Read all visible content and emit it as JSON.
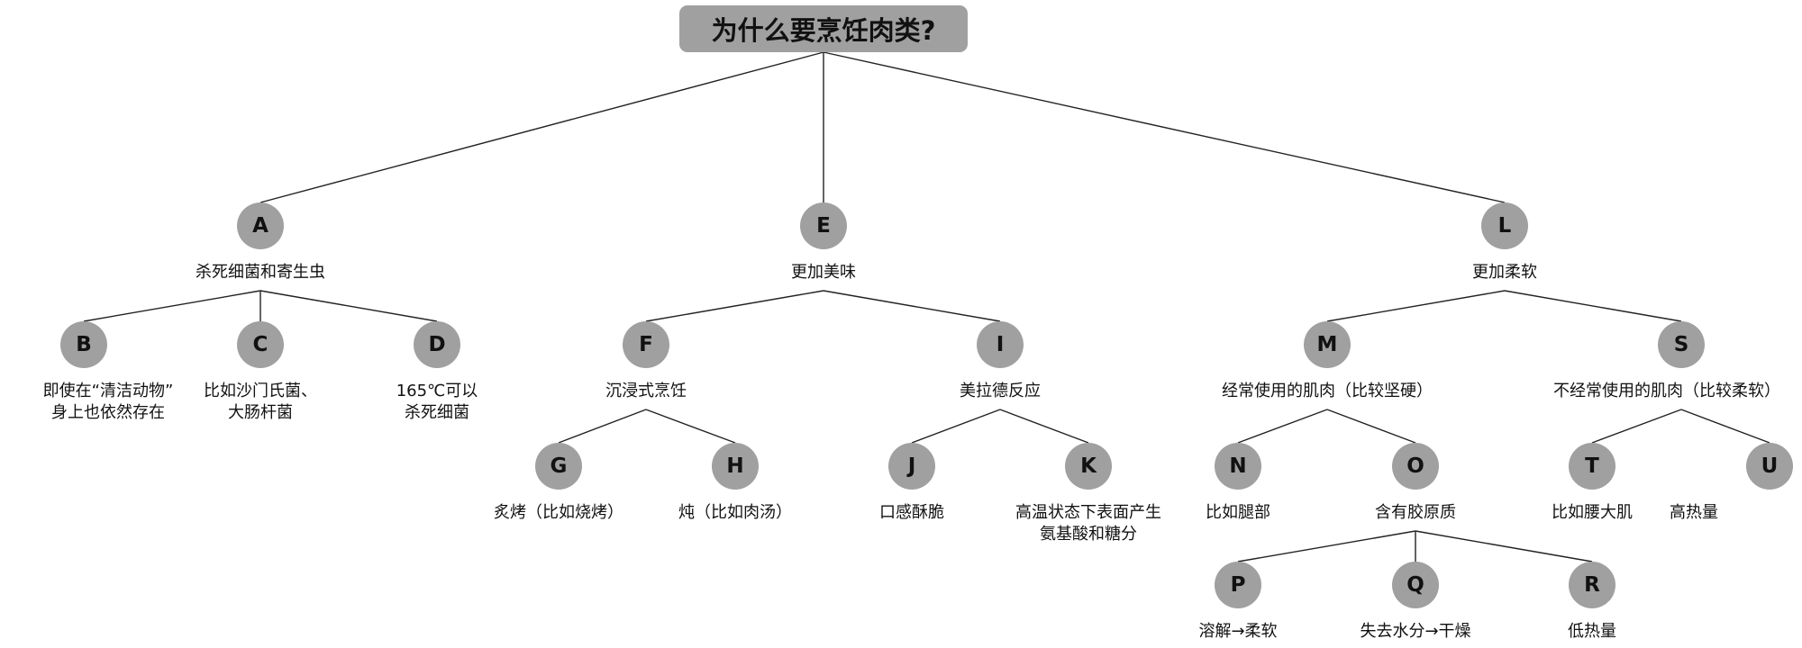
{
  "title": "为什么要烹饪肉类?",
  "nodes": {
    "A": {
      "letter": "A",
      "label": "杀死细菌和寄生虫"
    },
    "B": {
      "letter": "B",
      "label": "即使在“清洁动物”\n身上也依然存在"
    },
    "C": {
      "letter": "C",
      "label": "比如沙门氏菌、\n大肠杆菌"
    },
    "D": {
      "letter": "D",
      "label": "165℃可以\n杀死细菌"
    },
    "E": {
      "letter": "E",
      "label": "更加美味"
    },
    "F": {
      "letter": "F",
      "label": "沉浸式烹饪"
    },
    "G": {
      "letter": "G",
      "label": "炙烤（比如烧烤）"
    },
    "H": {
      "letter": "H",
      "label": "炖（比如肉汤）"
    },
    "I": {
      "letter": "I",
      "label": "美拉德反应"
    },
    "J": {
      "letter": "J",
      "label": "口感酥脆"
    },
    "K": {
      "letter": "K",
      "label": "高温状态下表面产生\n氨基酸和糖分"
    },
    "L": {
      "letter": "L",
      "label": "更加柔软"
    },
    "M": {
      "letter": "M",
      "label": "经常使用的肌肉（比较坚硬）"
    },
    "N": {
      "letter": "N",
      "label": "比如腿部"
    },
    "O": {
      "letter": "O",
      "label": "含有胶原质"
    },
    "P": {
      "letter": "P",
      "label": "溶解→柔软"
    },
    "Q": {
      "letter": "Q",
      "label": "失去水分→干燥"
    },
    "R": {
      "letter": "R",
      "label": "低热量"
    },
    "S": {
      "letter": "S",
      "label": "不经常使用的肌肉（比较柔软）"
    },
    "T": {
      "letter": "T",
      "label": "比如腰大肌"
    },
    "U": {
      "letter": "U",
      "label": "高热量"
    }
  },
  "edges": [
    [
      "root",
      "A"
    ],
    [
      "root",
      "E"
    ],
    [
      "root",
      "L"
    ],
    [
      "A",
      "B"
    ],
    [
      "A",
      "C"
    ],
    [
      "A",
      "D"
    ],
    [
      "E",
      "F"
    ],
    [
      "E",
      "I"
    ],
    [
      "F",
      "G"
    ],
    [
      "F",
      "H"
    ],
    [
      "I",
      "J"
    ],
    [
      "I",
      "K"
    ],
    [
      "L",
      "M"
    ],
    [
      "L",
      "S"
    ],
    [
      "M",
      "N"
    ],
    [
      "M",
      "O"
    ],
    [
      "O",
      "P"
    ],
    [
      "O",
      "Q"
    ],
    [
      "O",
      "R"
    ],
    [
      "S",
      "T"
    ],
    [
      "S",
      "U"
    ]
  ],
  "colors": {
    "node_fill": "#a0a0a0",
    "line": "#222222",
    "text": "#111111"
  }
}
